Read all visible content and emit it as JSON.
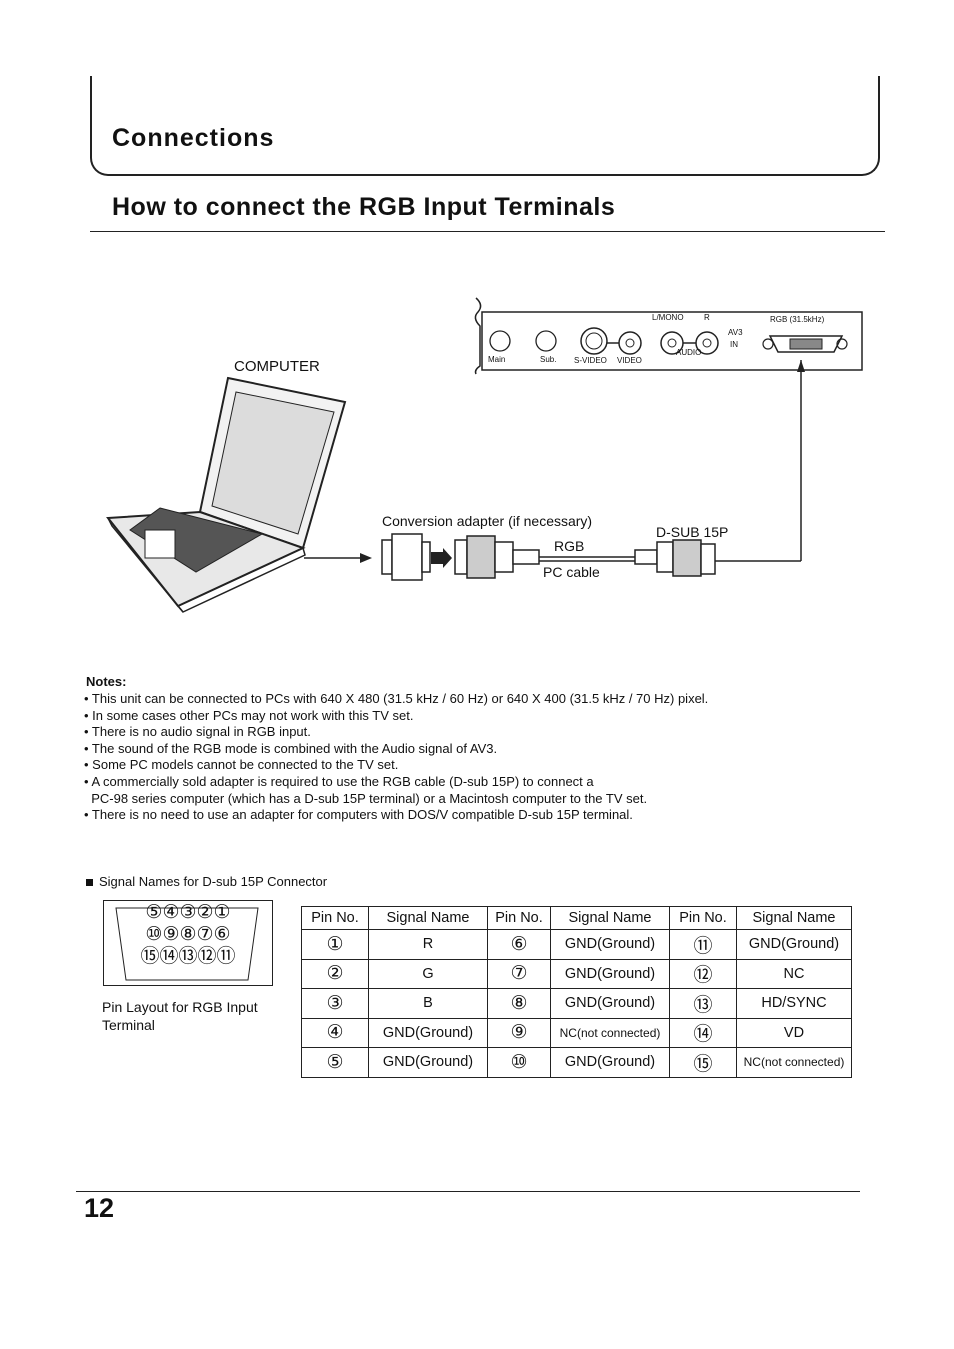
{
  "header": {
    "section_title": "Connections",
    "page_title": "How to connect the RGB Input Terminals"
  },
  "diagram": {
    "computer_label": "COMPUTER",
    "adapter_label": "Conversion adapter (if necessary)",
    "connector_label": "D-SUB 15P",
    "rgb_label": "RGB",
    "cable_label": "PC cable",
    "panel": {
      "lmono": "L/MONO",
      "r": "R",
      "rgb_freq": "RGB (31.5kHz)",
      "main": "Main",
      "sub": "Sub.",
      "svideo": "S-VIDEO",
      "video": "VIDEO",
      "audio": "AUDIO",
      "av3": "AV3",
      "in": "IN"
    }
  },
  "notes": {
    "heading": "Notes:",
    "items": [
      "• This unit can be connected to PCs with 640 X 480 (31.5 kHz / 60 Hz) or 640 X 400 (31.5 kHz / 70 Hz) pixel.",
      "• In some cases other PCs may not work with this TV set.",
      "• There is no audio signal in RGB input.",
      "• The sound of the RGB mode is combined with the Audio signal of AV3.",
      "• Some PC models cannot be connected to the TV set.",
      "• A commercially sold adapter is required to use the RGB cable (D-sub 15P) to connect a",
      "  PC-98 series computer (which has a D-sub 15P terminal) or a Macintosh computer to the TV set.",
      "• There is no need to use an adapter for computers with DOS/V compatible D-sub 15P terminal."
    ]
  },
  "signal_section": {
    "heading": "Signal Names for D-sub 15P Connector",
    "pin_layout_rows": [
      "⑤④③②①",
      "⑩⑨⑧⑦⑥",
      "⑮⑭⑬⑫⑪"
    ],
    "pin_layout_caption": "Pin Layout for RGB Input Terminal",
    "table_headers": [
      "Pin No.",
      "Signal Name",
      "Pin No.",
      "Signal Name",
      "Pin No.",
      "Signal Name"
    ],
    "rows": [
      [
        {
          "pin": "①",
          "name": "R"
        },
        {
          "pin": "⑥",
          "name": "GND(Ground)"
        },
        {
          "pin": "⑪",
          "name": "GND(Ground)"
        }
      ],
      [
        {
          "pin": "②",
          "name": "G"
        },
        {
          "pin": "⑦",
          "name": "GND(Ground)"
        },
        {
          "pin": "⑫",
          "name": "NC"
        }
      ],
      [
        {
          "pin": "③",
          "name": "B"
        },
        {
          "pin": "⑧",
          "name": "GND(Ground)"
        },
        {
          "pin": "⑬",
          "name": "HD/SYNC"
        }
      ],
      [
        {
          "pin": "④",
          "name": "GND(Ground)"
        },
        {
          "pin": "⑨",
          "name": "NC(not connected)"
        },
        {
          "pin": "⑭",
          "name": "VD"
        }
      ],
      [
        {
          "pin": "⑤",
          "name": "GND(Ground)"
        },
        {
          "pin": "⑩",
          "name": "GND(Ground)"
        },
        {
          "pin": "⑮",
          "name": "NC(not connected)"
        }
      ]
    ]
  },
  "footer": {
    "page_number": "12"
  }
}
